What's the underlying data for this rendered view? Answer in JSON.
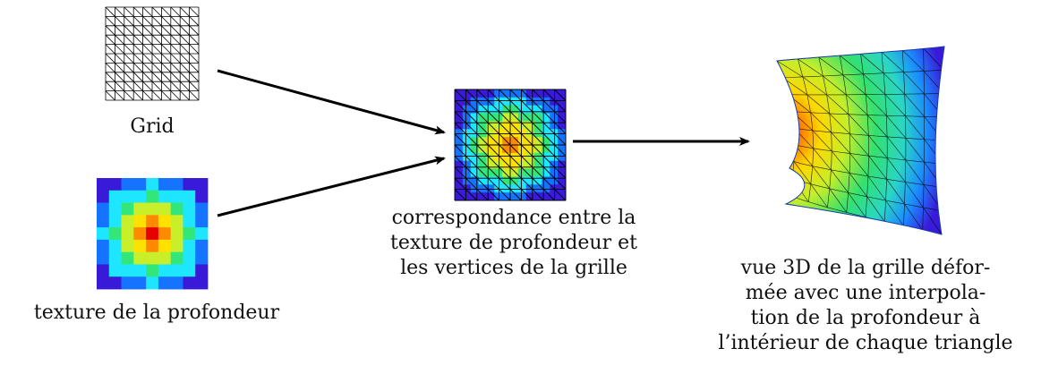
{
  "captions": {
    "grid": "Grid",
    "depth_texture": "texture de la profondeur",
    "correspondence": [
      "correspondance entre la",
      "texture de profondeur et",
      "les vertices de la grille"
    ],
    "view3d": [
      "vue 3D de la grille défor-",
      "mée avec une interpola-",
      "tion de la profondeur à",
      "l’intérieur de chaque triangle"
    ]
  },
  "icons": {
    "grid": "triangle-mesh-grid-icon",
    "depth": "depth-texture-heatmap-icon",
    "mapping": "texture-grid-overlay-icon",
    "view3d": "deformed-3d-mesh-icon",
    "arrow": "arrow-right-icon"
  },
  "colors": {
    "line": "#000000",
    "colormap": [
      "#3a1ad9",
      "#1573ff",
      "#1ee6ff",
      "#33e67a",
      "#c9ee2a",
      "#ffe100",
      "#ff8a00",
      "#e60000"
    ]
  }
}
